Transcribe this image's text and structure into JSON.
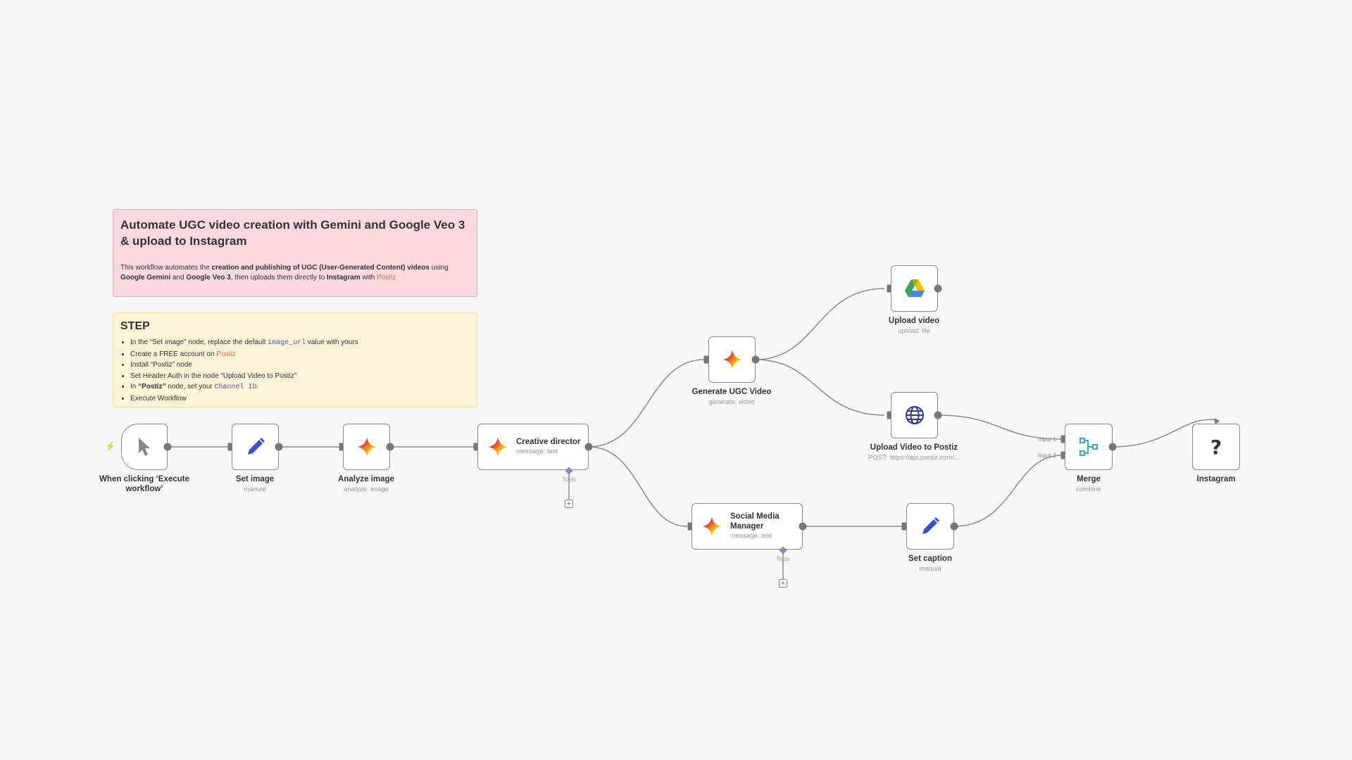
{
  "sticky_intro": {
    "title": "Automate UGC video creation with Gemini and Google Veo 3 & upload to Instagram",
    "t1": "This workflow automates the ",
    "b1": "creation and publishing of UGC (User-Generated Content) videos",
    "t2": " using ",
    "b2": "Google Gemini",
    "t3": " and ",
    "b3": "Google Veo 3",
    "t4": ", then uploads them directly to ",
    "b4": "Instagram",
    "t5": " with ",
    "link": "Postiz"
  },
  "sticky_steps": {
    "title": "STEP",
    "s1_a": "In the “Set image” node, replace the default ",
    "s1_code": "image_url",
    "s1_b": " value with yours",
    "s2_a": "Create a FREE account on ",
    "s2_link": "Postiz",
    "s3": "Install “Postiz” node",
    "s4": "Set Header Auth in the node “Upload Video to Postiz”",
    "s5_a": "In ",
    "s5_bold": "“Postiz”",
    "s5_b": " node, set your ",
    "s5_code": "Channel ID",
    "s5_c": ".",
    "s6": "Execute Workflow"
  },
  "nodes": {
    "trigger": {
      "title": "When clicking ‘Execute workflow’",
      "icon": "cursor-icon"
    },
    "set_image": {
      "title": "Set image",
      "subtitle": "manual",
      "icon": "pencil-icon"
    },
    "analyze_image": {
      "title": "Analyze image",
      "subtitle": "analyze: image",
      "icon": "gemini-icon"
    },
    "creative_director": {
      "title": "Creative director",
      "subtitle": "message: text",
      "icon": "gemini-icon"
    },
    "generate_video": {
      "title": "Generate UGC Video",
      "subtitle": "generate: video",
      "icon": "gemini-icon"
    },
    "upload_video": {
      "title": "Upload video",
      "subtitle": "upload: file",
      "icon": "google-drive-icon"
    },
    "upload_postiz": {
      "title": "Upload Video to Postiz",
      "subtitle": "POST: https://api.postiz.com/...",
      "icon": "globe-icon"
    },
    "social_media": {
      "title": "Social Media Manager",
      "subtitle": "message: text",
      "icon": "gemini-icon"
    },
    "set_caption": {
      "title": "Set caption",
      "subtitle": "manual",
      "icon": "pencil-icon"
    },
    "merge": {
      "title": "Merge",
      "subtitle": "combine",
      "icon": "merge-icon",
      "input1": "Input 1",
      "input2": "Input 2"
    },
    "instagram": {
      "title": "Instagram",
      "icon": "question-icon"
    }
  },
  "tools_label": "Tools",
  "colors": {
    "canvas": "#f8f8f8",
    "edge": "#8a8a8a",
    "port": "#777777",
    "pencil": "#3a4fd6",
    "globe": "#2b3a9e",
    "merge": "#3ea9c9",
    "link": "#f26d5b"
  }
}
